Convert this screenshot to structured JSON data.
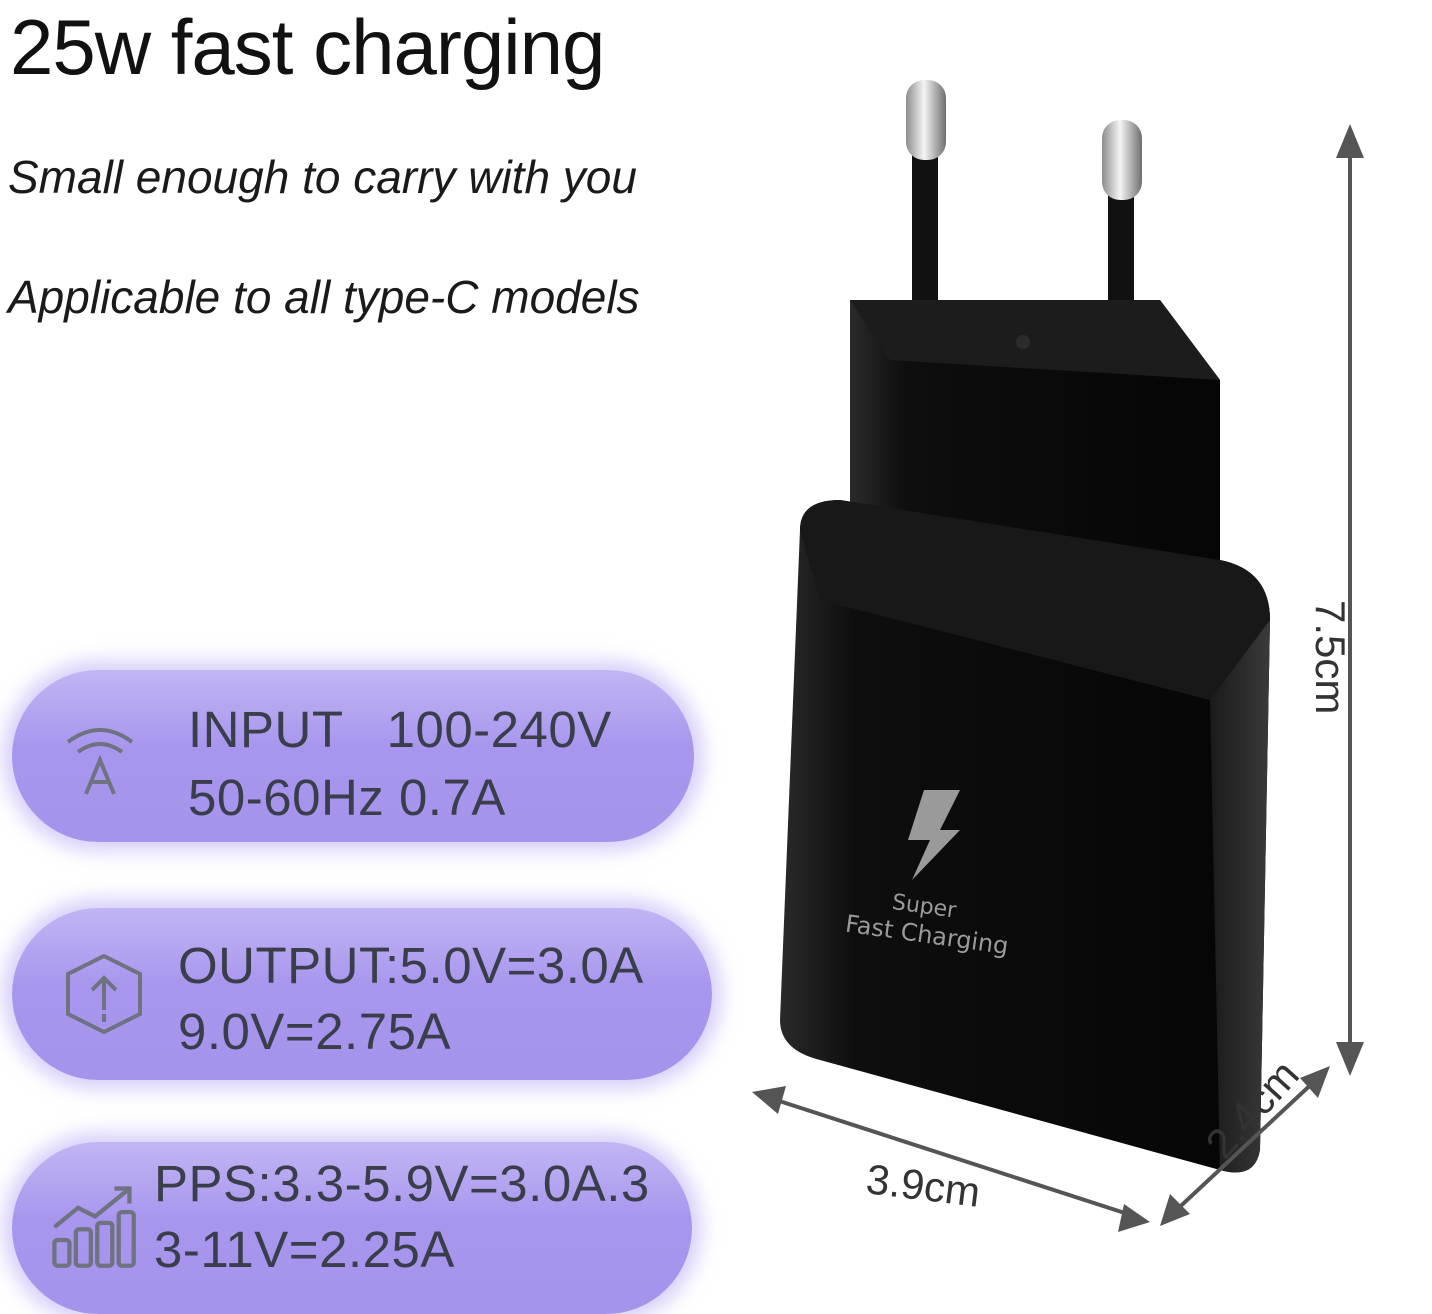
{
  "headline": "25w fast charging",
  "taglines": [
    "Small enough to carry with you",
    "Applicable to all type-C models"
  ],
  "specs": {
    "input": {
      "icon": "input-a-icon",
      "line1": "INPUT   100-240V",
      "line2": "50-60Hz 0.7A"
    },
    "output": {
      "icon": "output-upload-icon",
      "line1": "OUTPUT:5.0V=3.0A",
      "line2": "9.0V=2.75A"
    },
    "pps": {
      "icon": "growth-bars-icon",
      "line1": "PPS:3.3-5.9V=3.0A.3",
      "line2": "3-11V=2.25A"
    }
  },
  "product": {
    "charger_label_line1": "Super",
    "charger_label_line2": "Fast Charging",
    "charger_icon": "lightning-bolt-icon",
    "body_color": "#111111"
  },
  "dimensions": {
    "height": "7.5cm",
    "width": "3.9cm",
    "depth": "2.4cm"
  },
  "colors": {
    "pill": "#a997ee",
    "text_dark": "#3a3e4a"
  }
}
